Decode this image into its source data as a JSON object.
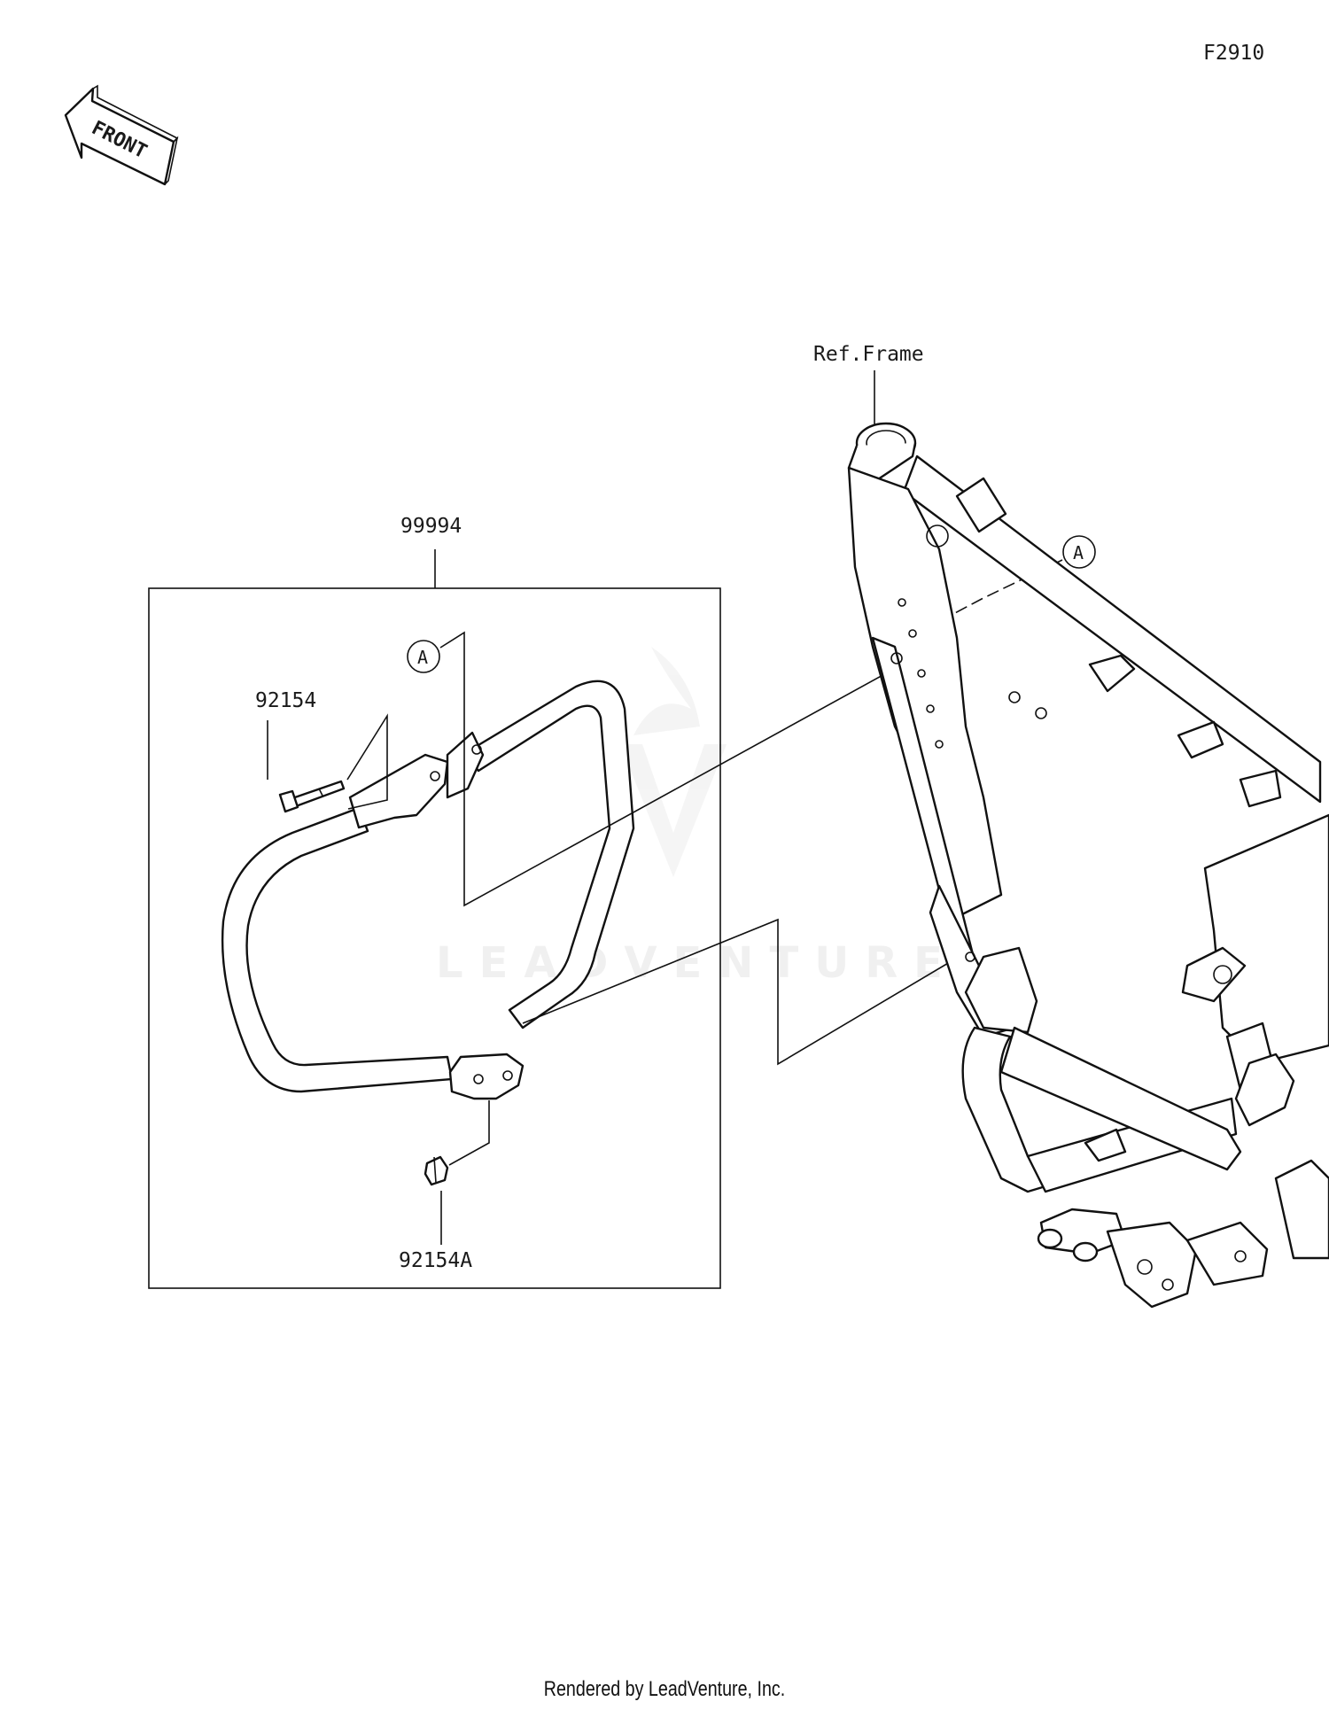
{
  "diagram_code": "F2910",
  "front_arrow_label": "FRONT",
  "watermark": "LEADVENTURE",
  "callouts": {
    "ref_frame": "Ref.Frame",
    "kit": "99994",
    "bolt_upper": "92154",
    "bolt_lower": "92154A",
    "ref_a_kit": "A",
    "ref_a_frame": "A"
  },
  "footer": "Rendered by LeadVenture, Inc."
}
